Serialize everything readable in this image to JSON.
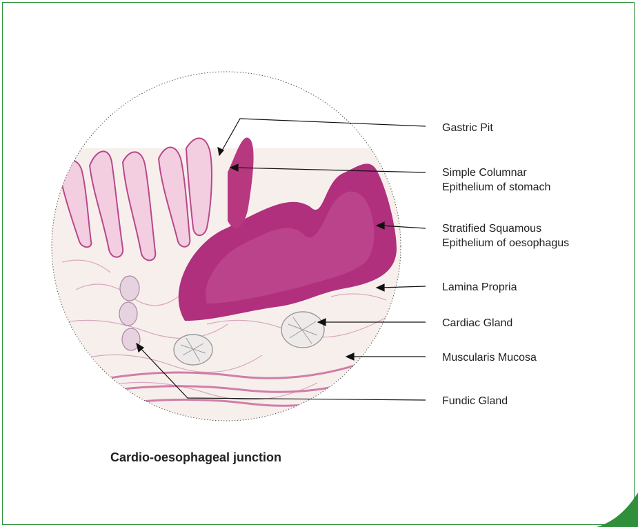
{
  "labels": [
    {
      "id": "gastric-pit",
      "lines": [
        "Gastric Pit"
      ]
    },
    {
      "id": "simple-columnar",
      "lines": [
        "Simple Columnar",
        "Epithelium of stomach"
      ]
    },
    {
      "id": "stratified-squamous",
      "lines": [
        "Stratified Squamous",
        "Epithelium of oesophagus"
      ]
    },
    {
      "id": "lamina-propria",
      "lines": [
        "Lamina Propria"
      ]
    },
    {
      "id": "cardiac-gland",
      "lines": [
        "Cardiac Gland"
      ]
    },
    {
      "id": "muscularis-mucosa",
      "lines": [
        "Muscularis Mucosa"
      ]
    },
    {
      "id": "fundic-gland",
      "lines": [
        "Fundic Gland"
      ]
    }
  ],
  "caption": "Cardio-oesophageal junction",
  "colors": {
    "frame": "#2f8f3a",
    "stain_dark": "#b0307d",
    "stain_light": "#e9b7d3",
    "background_tissue": "#f5eeea"
  }
}
